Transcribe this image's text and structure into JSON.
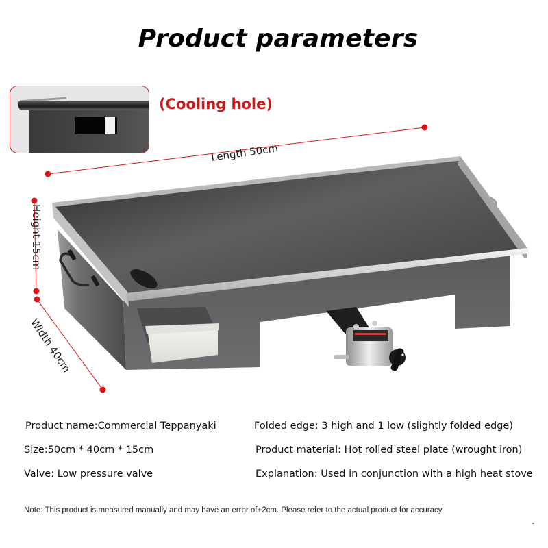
{
  "header": {
    "title": "Product parameters"
  },
  "inset": {
    "label": "(Cooling hole)",
    "border_color": "#b0232a",
    "label_color": "#cc1a1a"
  },
  "dimensions": {
    "length": "Length 50cm",
    "height": "Height 15cm",
    "width": "Width 40cm",
    "marker_color": "#d9141c"
  },
  "product_image": {
    "subject": "Commercial teppanyaki griddle with drip tray and gas valve",
    "components": [
      "griddle-plate",
      "side-handles",
      "oil-drain-hole",
      "drip-tray",
      "gas-valve-knob",
      "hose-nozzle"
    ]
  },
  "specs": {
    "left": [
      "Product name:Commercial Teppanyaki",
      "Size:50cm * 40cm * 15cm",
      "Valve: Low pressure valve"
    ],
    "right": [
      "Folded edge: 3 high and 1 low (slightly folded edge)",
      "Product material: Hot rolled steel plate (wrought iron)",
      "Explanation: Used in conjunction with a high heat stove"
    ]
  },
  "footer": {
    "note": "Note: This product is measured manually and may have an error of+2cm. Please refer to the actual product for accuracy"
  }
}
